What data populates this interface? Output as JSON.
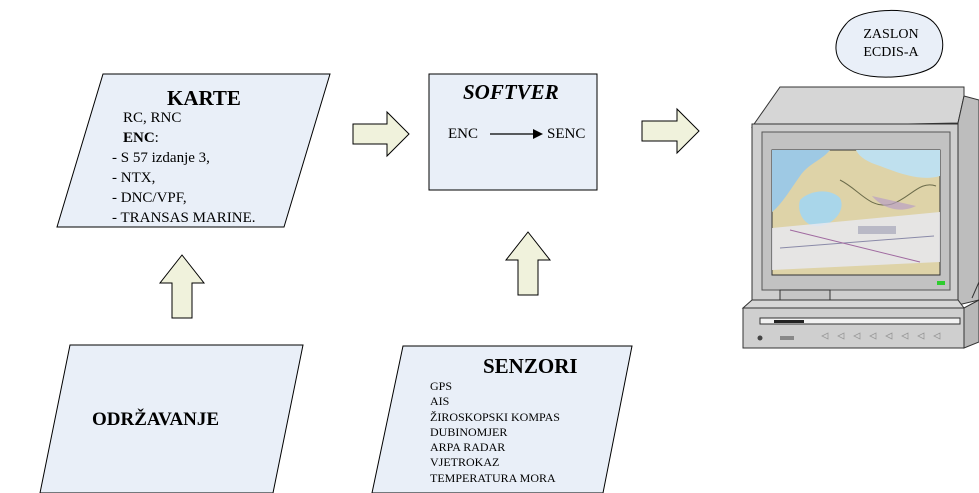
{
  "karte": {
    "title": "KARTE",
    "line1": "RC, RNC",
    "enc_label": "ENC",
    "enc_suffix": ":",
    "items": [
      "- S 57 izdanje 3,",
      "- NTX,",
      "- DNC/VPF,",
      "- TRANSAS MARINE."
    ]
  },
  "softver": {
    "title": "SOFTVER",
    "from": "ENC",
    "to": "SENC"
  },
  "senzori": {
    "title": "SENZORI",
    "items": [
      "GPS",
      "AIS",
      "ŽIROSKOPSKI KOMPAS",
      "DUBINOMJER",
      "ARPA RADAR",
      "VJETROKAZ",
      "TEMPERATURA MORA"
    ]
  },
  "odrzavanje": {
    "title": "ODRŽAVANJE"
  },
  "zaslon": {
    "line1": "ZASLON",
    "line2": "ECDIS-A"
  },
  "colors": {
    "box_fill": "#e9eff8",
    "arrow_fill": "#f0f2dc",
    "stroke": "#000000"
  },
  "icons": [
    "hollow-arrow-right-icon",
    "hollow-arrow-up-icon",
    "computer-monitor-icon"
  ]
}
